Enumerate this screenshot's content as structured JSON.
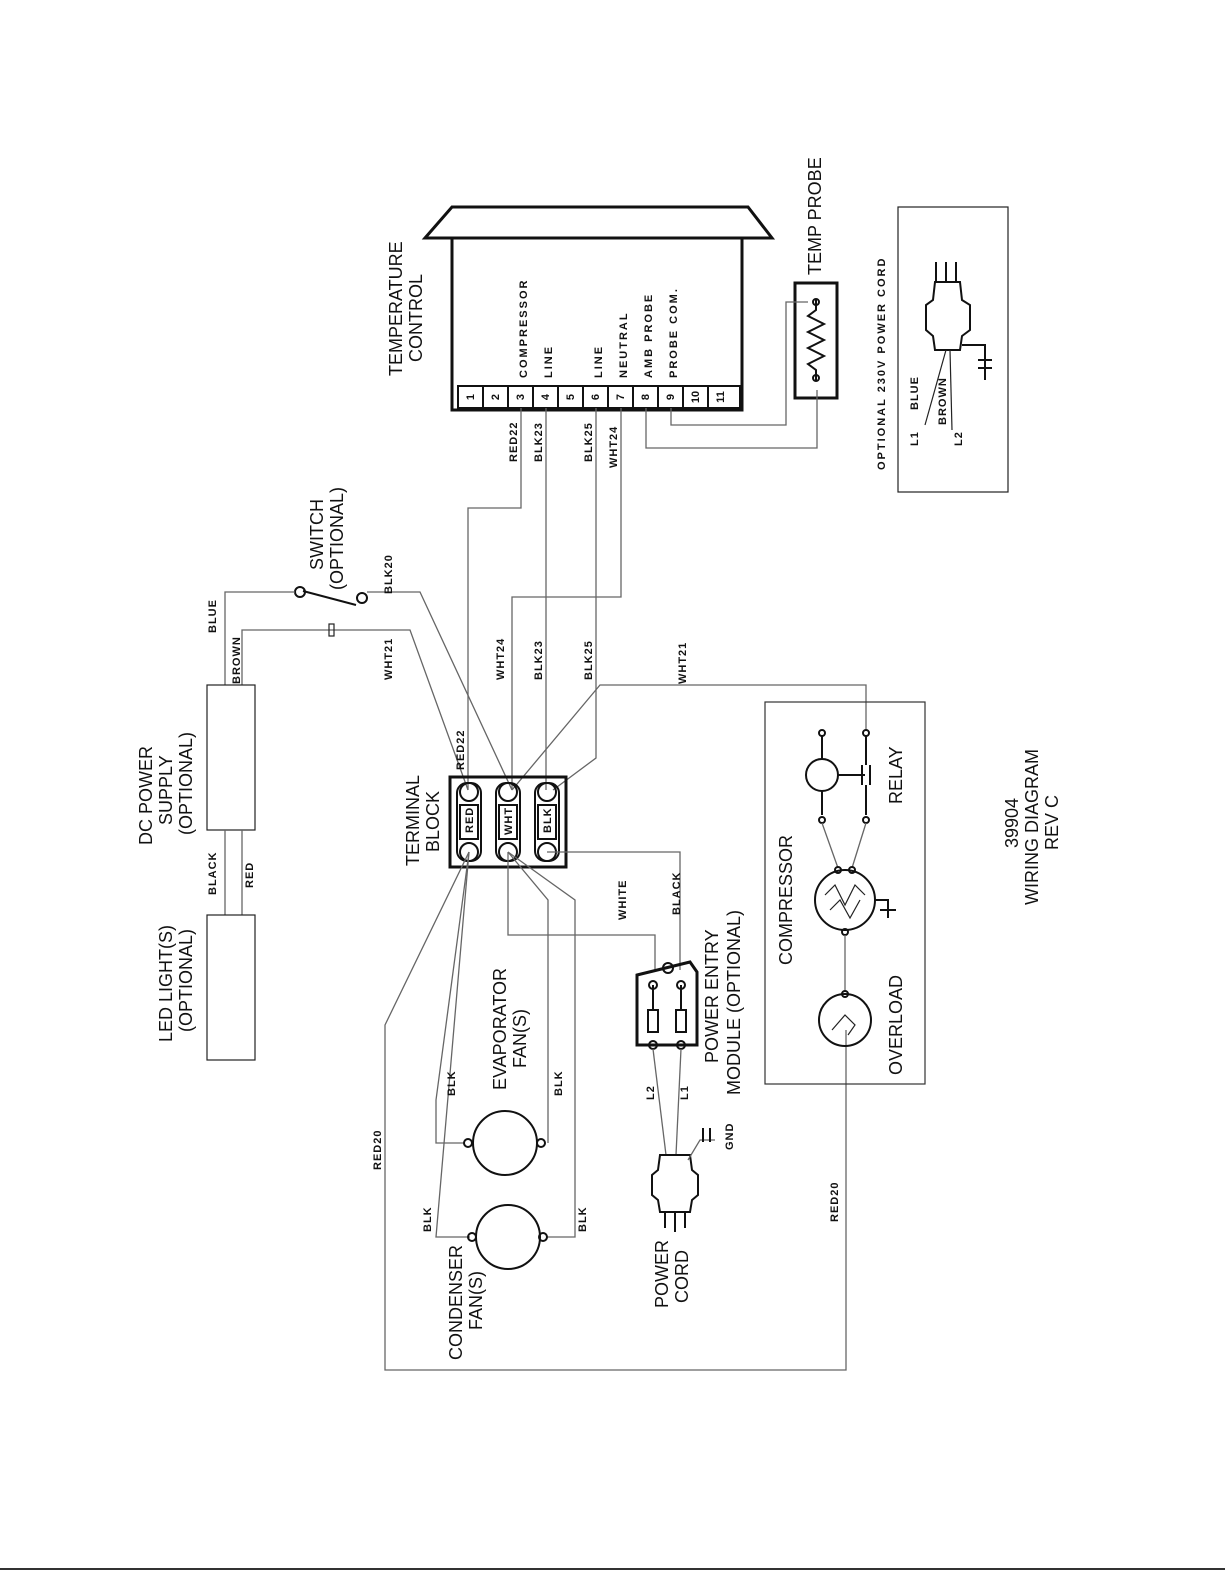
{
  "labels": {
    "temperature_control": [
      "TEMPERATURE",
      "CONTROL"
    ],
    "temp_probe": "TEMP PROBE",
    "switch": [
      "SWITCH",
      "(OPTIONAL)"
    ],
    "dc_power_supply": [
      "DC POWER",
      "SUPPLY",
      "(OPTIONAL)"
    ],
    "led_lights": [
      "LED LIGHT(S)",
      "(OPTIONAL)"
    ],
    "terminal_block": [
      "TERMINAL",
      "BLOCK"
    ],
    "evaporator_fans": [
      "EVAPORATOR",
      "FAN(S)"
    ],
    "condenser_fans": [
      "CONDENSER",
      "FAN(S)"
    ],
    "power_cord": [
      "POWER",
      "CORD"
    ],
    "power_entry_module": [
      "POWER ENTRY",
      "MODULE (OPTIONAL)"
    ],
    "compressor": "COMPRESSOR",
    "relay": "RELAY",
    "overload": "OVERLOAD",
    "optional_cord_title": "OPTIONAL 230V POWER CORD",
    "diagram_id": [
      "39904",
      "WIRING DIAGRAM",
      "REV C"
    ]
  },
  "terminals": [
    "1",
    "2",
    "3",
    "4",
    "5",
    "6",
    "7",
    "8",
    "9",
    "10",
    "11"
  ],
  "terminal_names": {
    "t3": "COMPRESSOR",
    "t4": "LINE",
    "t6": "LINE",
    "t7": "NEUTRAL",
    "t8": "AMB PROBE",
    "t9": "PROBE COM."
  },
  "block_tags": [
    "RED",
    "WHT",
    "BLK"
  ],
  "wires": {
    "red22": "RED22",
    "blk23": "BLK23",
    "blk25": "BLK25",
    "wht24": "WHT24",
    "blk20": "BLK20",
    "wht21_left": "WHT21",
    "wht21_right": "WHT21",
    "blue": "BLUE",
    "brown": "BROWN",
    "black": "BLACK",
    "red": "RED",
    "red20": "RED20",
    "blk": "BLK",
    "white": "WHITE",
    "black_pem": "BLACK",
    "l1": "L1",
    "l2": "L2",
    "gnd": "GND"
  },
  "optional_cord_wires": {
    "l1": "L1",
    "blue": "BLUE",
    "brown": "BROWN",
    "l2": "L2"
  }
}
